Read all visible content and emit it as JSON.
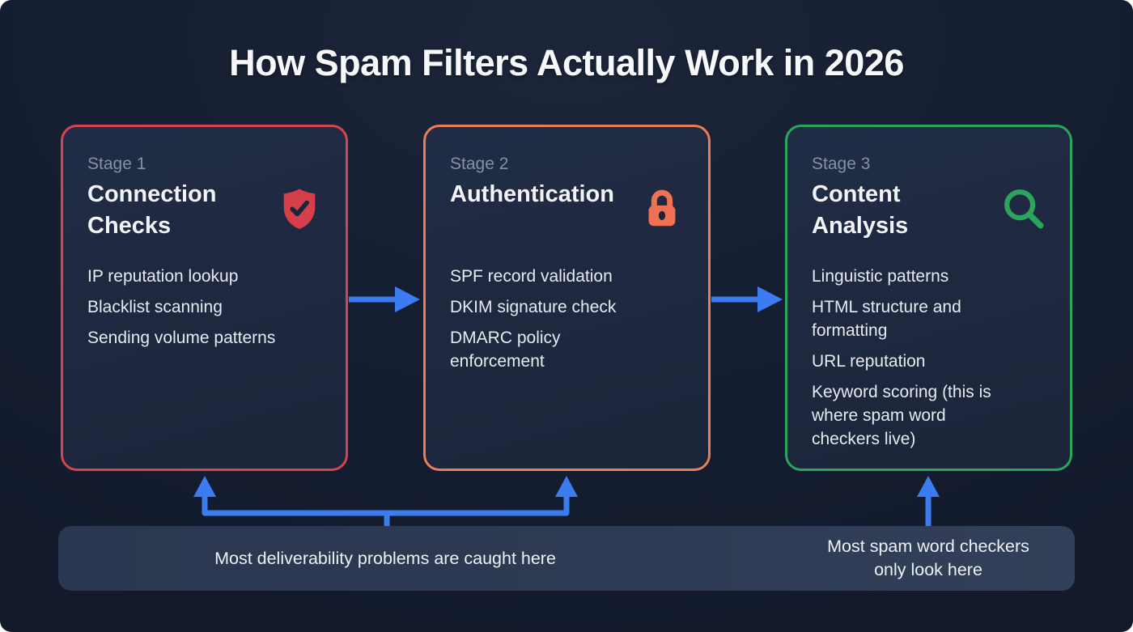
{
  "title": "How Spam Filters Actually Work in 2026",
  "colors": {
    "background": "#161e32",
    "card_background": "#1e2940",
    "stage1_accent": "#d4454e",
    "stage2_accent": "#e87e58",
    "stage3_accent": "#2aa55b",
    "arrow_blue": "#3b7cf0",
    "callout_bar": "#2d3a52",
    "stage_label_gray": "#8591a4",
    "text_white": "#f2f4f8"
  },
  "stages": [
    {
      "label": "Stage 1",
      "title": "Connection\nChecks",
      "icon": "shield-check-icon",
      "accent_color": "#d4454e",
      "items": [
        "IP reputation lookup",
        "Blacklist scanning",
        "Sending volume patterns"
      ]
    },
    {
      "label": "Stage 2",
      "title": "Authentication",
      "icon": "lock-icon",
      "accent_color": "#e87e58",
      "items": [
        "SPF record validation",
        "DKIM signature check",
        "DMARC policy\nenforcement"
      ]
    },
    {
      "label": "Stage 3",
      "title": "Content\nAnalysis",
      "icon": "search-icon",
      "accent_color": "#2aa55b",
      "items": [
        "Linguistic patterns",
        "HTML structure and\nformatting",
        "URL reputation",
        "Keyword scoring (this is\nwhere spam word\ncheckers live)"
      ]
    }
  ],
  "callouts": [
    {
      "text": "Most deliverability problems are caught here",
      "points_to": "Stage 1 and Stage 2"
    },
    {
      "text": "Most spam word checkers\nonly look here",
      "points_to": "Stage 3"
    }
  ]
}
